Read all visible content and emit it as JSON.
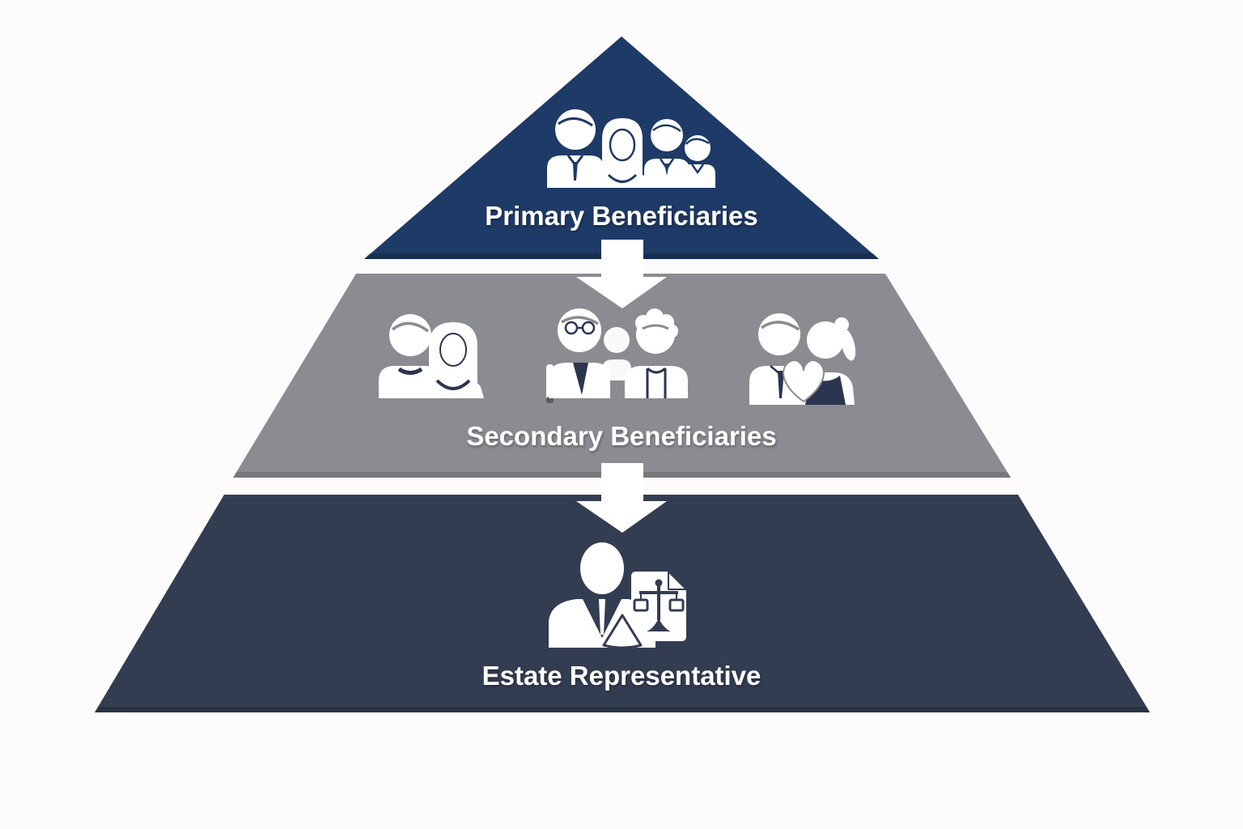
{
  "diagram": {
    "type": "pyramid",
    "tiers": [
      {
        "label": "Primary Beneficiaries",
        "color": "#1e3a66",
        "icon": "family-group-icon"
      },
      {
        "label": "Secondary Beneficiaries",
        "color": "#8b8b92",
        "icons": [
          "young-couple-icon",
          "elderly-couple-icon",
          "couple-with-heart-icon"
        ]
      },
      {
        "label": "Estate Representative",
        "color": "#333d52",
        "icon": "executor-with-legal-scales-icon"
      }
    ],
    "colors": {
      "background": "#fdfbfc",
      "arrow": "#ffffff",
      "label_text": "#ffffff",
      "icon_fill": "#ffffff",
      "icon_detail": "#2b3550"
    }
  }
}
